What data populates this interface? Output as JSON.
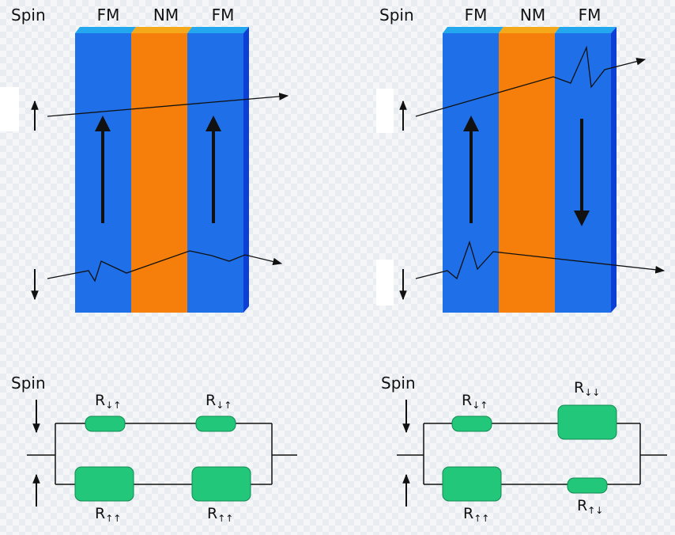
{
  "spin_label": "Spin",
  "layers": [
    "FM",
    "NM",
    "FM"
  ],
  "colors": {
    "ferromagnet": "#1e6fe8",
    "ferromagnet_side": "#0b3fd6",
    "nonmagnet": "#f57f0a",
    "resistor": "#22c77a",
    "line": "#111111"
  },
  "resistor_labels": {
    "base": "R",
    "anti_parallel": "↓↑",
    "parallel": "↑↑",
    "down_down": "↓↓",
    "up_down": "↑↓"
  },
  "icons": {
    "spin_up": "arrow-up-icon",
    "spin_down": "arrow-down-icon"
  }
}
